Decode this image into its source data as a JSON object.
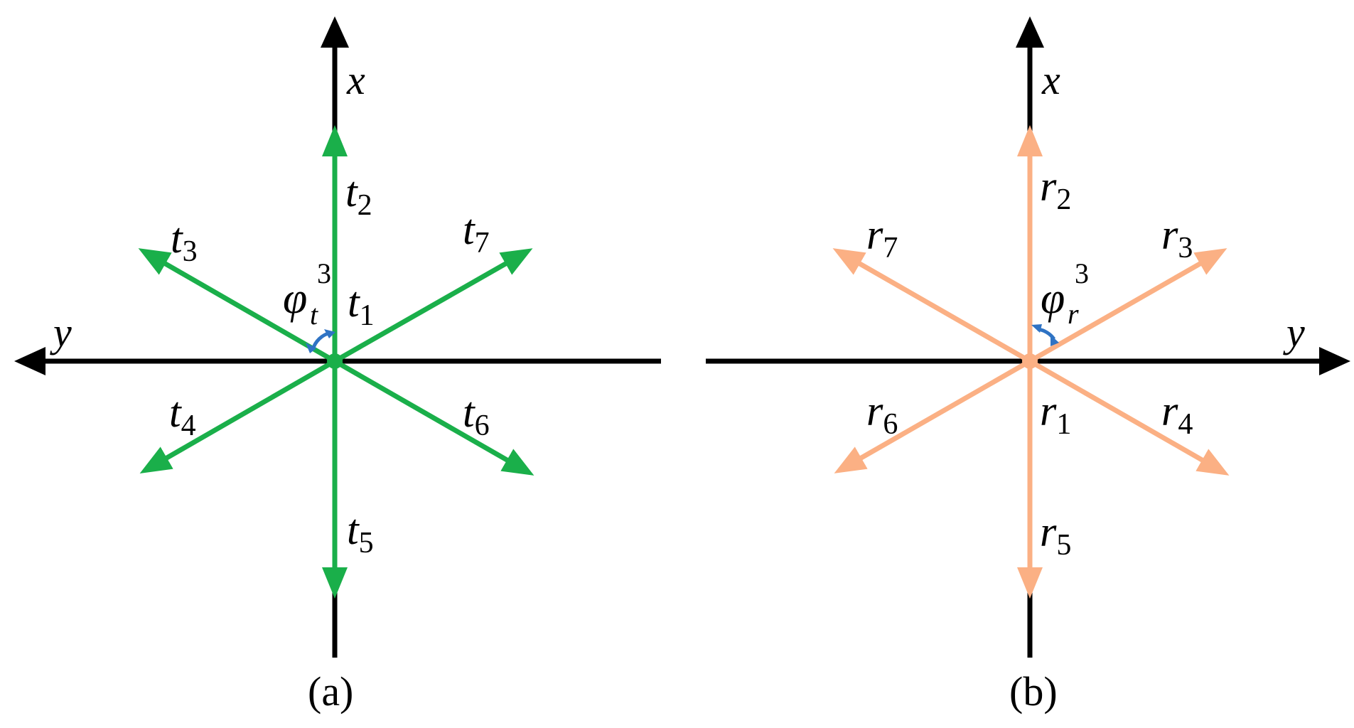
{
  "colors": {
    "axis": "#000000",
    "transmit": "#1aaf4a",
    "receive": "#fbb084",
    "angle_marker": "#2f73c4"
  },
  "panel_a": {
    "caption": "(a)",
    "axis_x": "x",
    "axis_y": "y",
    "angle": {
      "symbol": "φ",
      "sub": "t",
      "sup": "3"
    },
    "arrows": [
      {
        "base": "t",
        "sub": "1"
      },
      {
        "base": "t",
        "sub": "2"
      },
      {
        "base": "t",
        "sub": "3"
      },
      {
        "base": "t",
        "sub": "4"
      },
      {
        "base": "t",
        "sub": "5"
      },
      {
        "base": "t",
        "sub": "6"
      },
      {
        "base": "t",
        "sub": "7"
      }
    ]
  },
  "panel_b": {
    "caption": "(b)",
    "axis_x": "x",
    "axis_y": "y",
    "angle": {
      "symbol": "φ",
      "sub": "r",
      "sup": "3"
    },
    "arrows": [
      {
        "base": "r",
        "sub": "1"
      },
      {
        "base": "r",
        "sub": "2"
      },
      {
        "base": "r",
        "sub": "3"
      },
      {
        "base": "r",
        "sub": "4"
      },
      {
        "base": "r",
        "sub": "5"
      },
      {
        "base": "r",
        "sub": "6"
      },
      {
        "base": "r",
        "sub": "7"
      }
    ]
  }
}
